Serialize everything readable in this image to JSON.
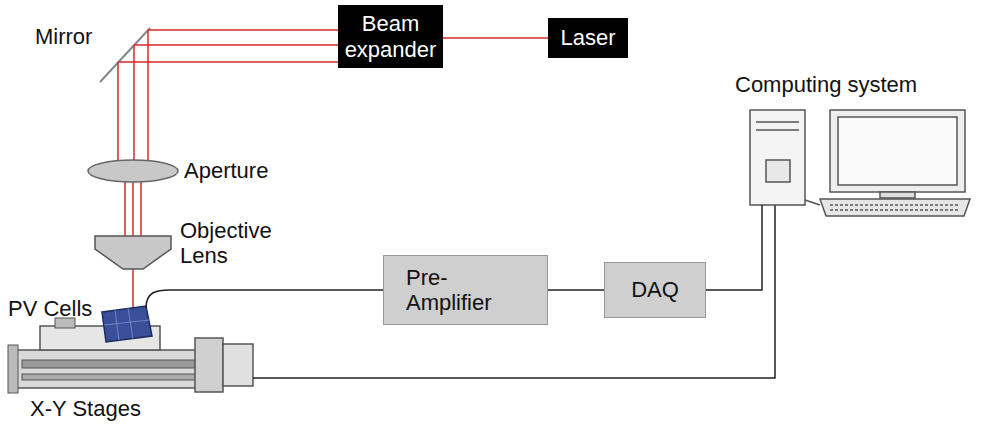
{
  "diagram": {
    "nodes": [
      {
        "text": [
          "Beam expander"
        ]
      },
      {
        "text": [
          "Laser"
        ]
      },
      {
        "text": [
          "Computing system"
        ]
      },
      {
        "text": [
          "Pre-Amplifier"
        ]
      },
      {
        "text": [
          "DAQ"
        ]
      }
    ],
    "edges": [
      {
        "from": 1,
        "to": 0,
        "arrow": "none"
      },
      {
        "from": 3,
        "to": 4,
        "arrow": "none"
      },
      {
        "from": 4,
        "to": 2,
        "arrow": "none"
      }
    ],
    "labels": [
      "Mirror",
      "Aperture",
      "Objective Lens",
      "PV Cells",
      "X-Y Stages"
    ]
  }
}
